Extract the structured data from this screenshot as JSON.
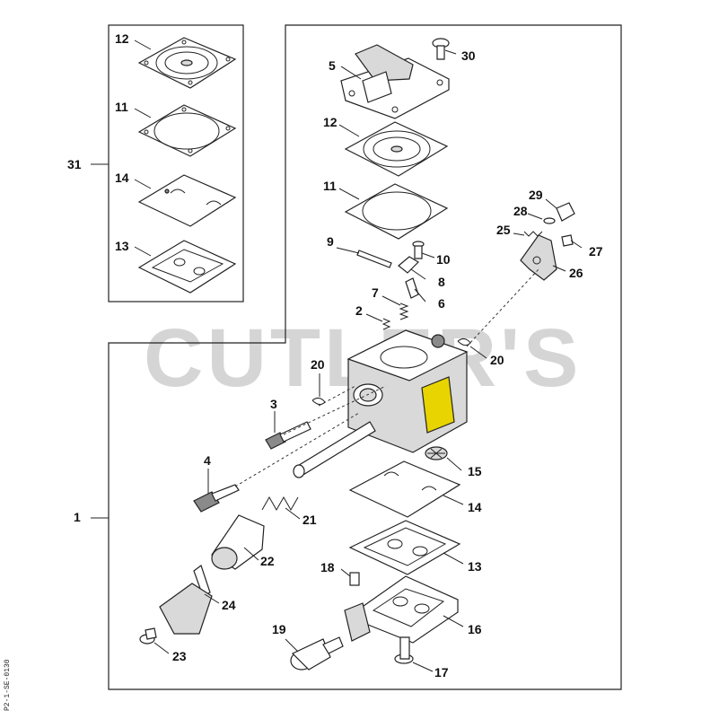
{
  "diagram": {
    "watermark": "CUTLER'S",
    "drawing_code": "P2-1-SE-0130",
    "labels": {
      "p1": "1",
      "p2": "2",
      "p3": "3",
      "p4": "4",
      "p5": "5",
      "p6": "6",
      "p7": "7",
      "p8": "8",
      "p9": "9",
      "p10": "10",
      "p11_top": "11",
      "p11_kit": "11",
      "p12_top": "12",
      "p12_kit": "12",
      "p13": "13",
      "p13_kit": "13",
      "p14": "14",
      "p14_kit": "14",
      "p15": "15",
      "p16": "16",
      "p17": "17",
      "p18": "18",
      "p19": "19",
      "p20_left": "20",
      "p20_right": "20",
      "p21": "21",
      "p22": "22",
      "p23": "23",
      "p24": "24",
      "p25": "25",
      "p26": "26",
      "p27": "27",
      "p28": "28",
      "p29": "29",
      "p30": "30",
      "p31": "31"
    },
    "colors": {
      "accent_yellow": "#e8d400",
      "line": "#222222",
      "watermark": "#999999"
    }
  }
}
